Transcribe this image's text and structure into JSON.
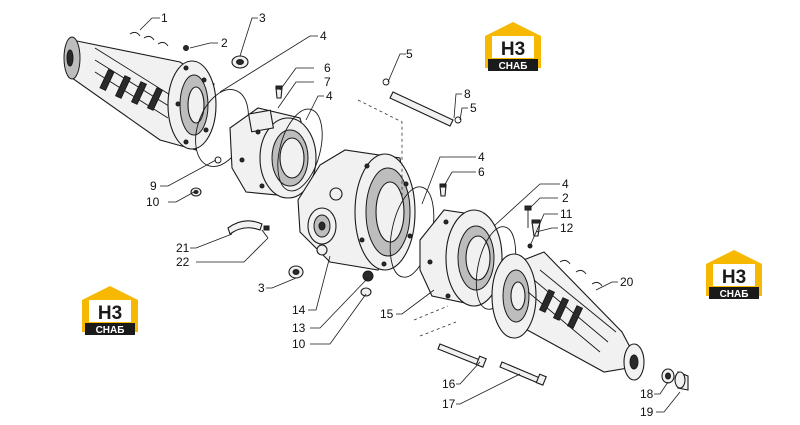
{
  "callouts": {
    "c1": "1",
    "c2a": "2",
    "c3a": "3",
    "c4a": "4",
    "c5a": "5",
    "c6a": "6",
    "c7": "7",
    "c4b": "4",
    "c8": "8",
    "c5b": "5",
    "c9": "9",
    "c10a": "10",
    "c4c": "4",
    "c6b": "6",
    "c4d": "4",
    "c2b": "2",
    "c11": "11",
    "c12": "12",
    "c21": "21",
    "c22": "22",
    "c20": "20",
    "c3b": "3",
    "c14": "14",
    "c13": "13",
    "c15": "15",
    "c10b": "10",
    "c16": "16",
    "c17": "17",
    "c18": "18",
    "c19": "19"
  },
  "logos": {
    "mark": "H3",
    "brand": "СНАБ",
    "colors": {
      "yellow": "#f6b800",
      "black": "#1a1a1a",
      "white": "#ffffff"
    }
  }
}
